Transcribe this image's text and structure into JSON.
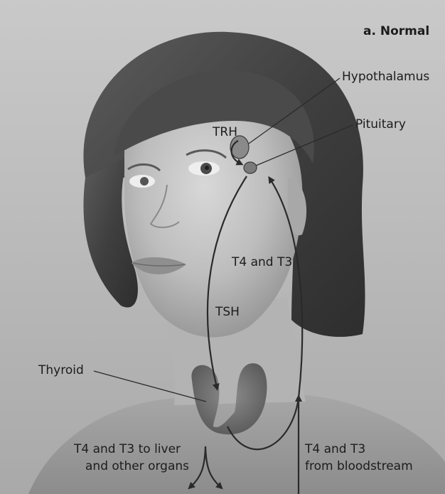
{
  "panel_title": "a. Normal",
  "labels": {
    "hypothalamus": "Hypothalamus",
    "pituitary": "Pituitary",
    "trh": "TRH",
    "t4_t3_upper": "T4 and T3",
    "tsh": "TSH",
    "thyroid": "Thyroid",
    "t4_t3_liver_line1": "T4 and T3 to liver",
    "t4_t3_liver_line2": "and other organs",
    "t4_t3_blood_line1": "T4 and T3",
    "t4_t3_blood_line2": "from bloodstream"
  },
  "colors": {
    "background": "#c0c0c0",
    "hair": "#4a4a4a",
    "skin": "#bcbcbc",
    "arrow": "#2a2a2a",
    "gland": "#6f6f6f"
  }
}
